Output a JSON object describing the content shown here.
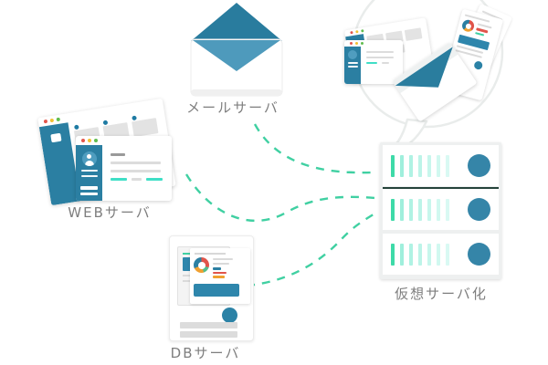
{
  "diagram_title": "server-network-illustration",
  "labels": {
    "mail_server": "メールサーバ",
    "web_server": "WEBサーバ",
    "db_server": "DBサーバ",
    "virtual_server": "仮想サーバ化"
  },
  "nodes": [
    {
      "id": "mail-server",
      "label": "メールサーバ",
      "icon": "envelope-open-icon"
    },
    {
      "id": "web-server",
      "label": "WEBサーバ",
      "icon": "browser-windows-icon"
    },
    {
      "id": "db-server",
      "label": "DBサーバ",
      "icon": "dashboard-card-icon"
    },
    {
      "id": "virtual-server",
      "label": "仮想サーバ化",
      "icon": "server-rack-icon"
    }
  ],
  "connections": [
    {
      "from": "mail-server",
      "to": "virtual-server",
      "style": "dashed-curve"
    },
    {
      "from": "web-server",
      "to": "virtual-server",
      "style": "dashed-curve"
    },
    {
      "from": "db-server",
      "to": "virtual-server",
      "style": "dashed-curve"
    }
  ],
  "speech_bubble": {
    "contents": [
      "mini-browser-windows",
      "mini-envelope-closed",
      "mini-dashboard-cards"
    ]
  },
  "server_rack": {
    "rows": 3,
    "bars_per_row": 7,
    "circle_per_row": 1
  },
  "colors": {
    "primary_blue": "#2b7fa2",
    "light_blue": "#4e9abc",
    "steel_blue_circle": "#3585a8",
    "dash_mint": "#40d0a2",
    "bar_mint_strong": "#3edaa8",
    "bar_mint_light": "#d9f9f3",
    "aqua_accent": "#3fdec6",
    "label_gray": "#7e7e7e",
    "rack_separator_dark": "#24433a",
    "bubble_outline": "#e9eceb",
    "chart_red": "#e0544a",
    "chart_orange": "#f0a030",
    "chart_green": "#54bd8c",
    "traffic_red": "#e2574d",
    "traffic_yellow": "#f2c233",
    "traffic_green": "#61bd4f",
    "card_gray": "#e3e3e3"
  }
}
